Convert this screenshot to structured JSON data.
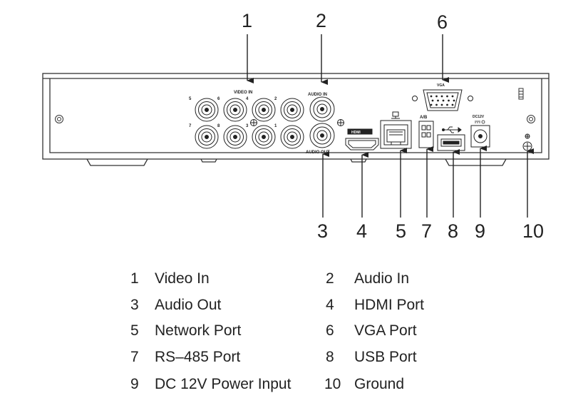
{
  "panel_labels": {
    "video_in": "VIDEO IN",
    "audio_in": "AUDIO IN",
    "audio_out": "AUDIO OUT",
    "hdmi": "HDMI",
    "vga": "VGA",
    "rs485": "A/B",
    "dc": "DC12V",
    "bnc": [
      "5",
      "6",
      "4",
      "2",
      "7",
      "8",
      "3",
      "1"
    ]
  },
  "callouts": [
    "1",
    "2",
    "6",
    "3",
    "4",
    "5",
    "7",
    "8",
    "9",
    "10"
  ],
  "legend": [
    {
      "num": "1",
      "label": "Video In"
    },
    {
      "num": "2",
      "label": "Audio In"
    },
    {
      "num": "3",
      "label": "Audio Out"
    },
    {
      "num": "4",
      "label": "HDMI Port"
    },
    {
      "num": "5",
      "label": "Network Port"
    },
    {
      "num": "6",
      "label": "VGA Port"
    },
    {
      "num": "7",
      "label": "RS–485 Port"
    },
    {
      "num": "8",
      "label": "USB Port"
    },
    {
      "num": "9",
      "label": "DC 12V Power Input"
    },
    {
      "num": "10",
      "label": "Ground"
    }
  ]
}
